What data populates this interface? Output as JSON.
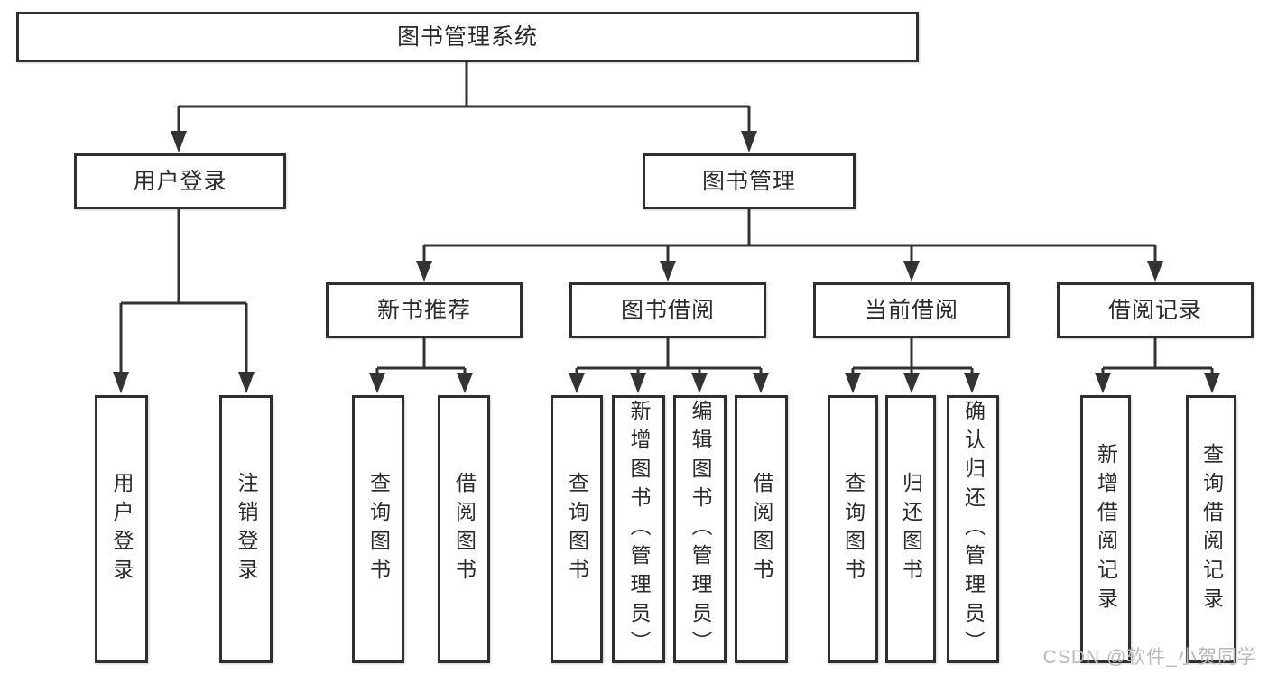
{
  "root": {
    "label": "图书管理系统"
  },
  "level1": {
    "user_login": {
      "label": "用户登录"
    },
    "book_mgmt": {
      "label": "图书管理"
    }
  },
  "level2": {
    "new_book_rec": {
      "label": "新书推荐"
    },
    "book_borrow": {
      "label": "图书借阅"
    },
    "current_borrow": {
      "label": "当前借阅"
    },
    "borrow_records": {
      "label": "借阅记录"
    }
  },
  "level3": {
    "user_login_leaf": {
      "label": "用户登录"
    },
    "logout": {
      "label": "注销登录"
    },
    "rec_query_books": {
      "label": "查询图书"
    },
    "rec_borrow_books": {
      "label": "借阅图书"
    },
    "bor_query_books": {
      "label": "查询图书"
    },
    "bor_add_books": {
      "label": "新增图书（管理员）"
    },
    "bor_edit_books": {
      "label": "编辑图书（管理员）"
    },
    "bor_borrow_books": {
      "label": "借阅图书"
    },
    "cur_query_books": {
      "label": "查询图书"
    },
    "cur_return_books": {
      "label": "归还图书"
    },
    "cur_confirm_return": {
      "label": "确认归还（管理员）"
    },
    "recs_add_record": {
      "label": "新增借阅记录"
    },
    "recs_query_record": {
      "label": "查询借阅记录"
    }
  },
  "watermark": {
    "text": "CSDN @软件_小贺同学"
  },
  "colors": {
    "line": "#333333",
    "box_border": "#2f2f2f",
    "text": "#2b2b2b",
    "watermark": "#b9b9b9",
    "background": "#ffffff"
  }
}
